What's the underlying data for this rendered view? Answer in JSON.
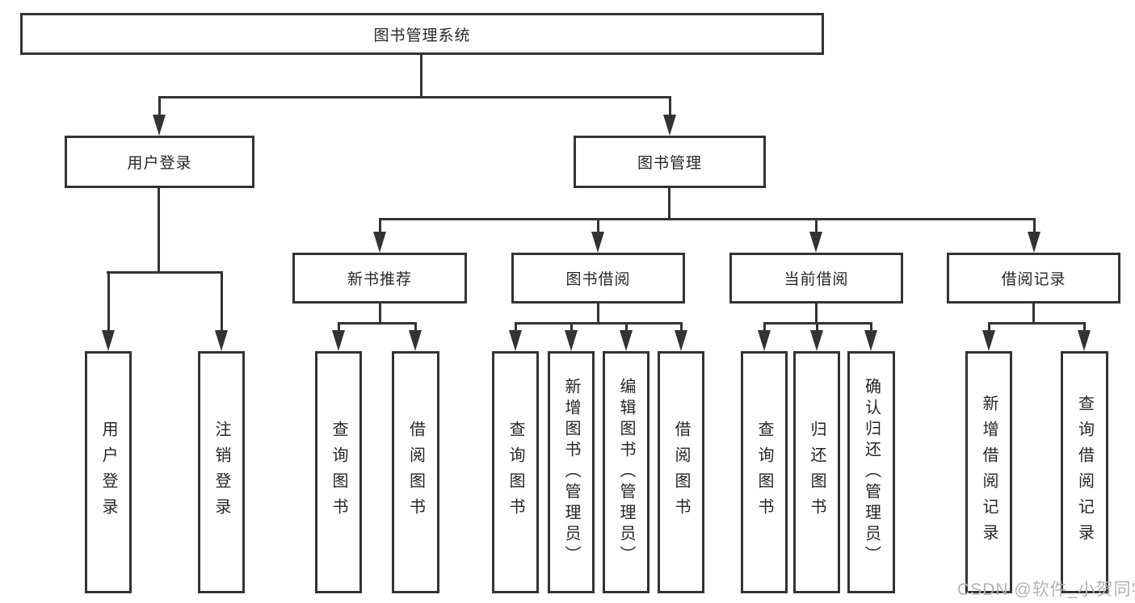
{
  "diagram": {
    "title": "图书管理系统",
    "root": {
      "label": "图书管理系统"
    },
    "level2": {
      "user_login": {
        "label": "用户登录"
      },
      "book_management": {
        "label": "图书管理"
      }
    },
    "level3": {
      "new_book": {
        "label": "新书推荐"
      },
      "book_borrow": {
        "label": "图书借阅"
      },
      "current_borrow": {
        "label": "当前借阅"
      },
      "borrow_records": {
        "label": "借阅记录"
      }
    },
    "leaves": {
      "user_login_1": "用户登录",
      "user_login_2": "注销登录",
      "new_book_1": "查询图书",
      "new_book_2": "借阅图书",
      "book_borrow_1": "查询图书",
      "book_borrow_2": "新增图书（管理员）",
      "book_borrow_3": "编辑图书（管理员）",
      "book_borrow_4": "借阅图书",
      "current_borrow_1": "查询图书",
      "current_borrow_2": "归还图书",
      "current_borrow_3": "确认归还（管理员）",
      "borrow_records_1": "新增借阅记录",
      "borrow_records_2": "查询借阅记录"
    },
    "watermark": "CSDN @软件_小贺同学",
    "colors": {
      "line": "#333333",
      "text": "#262626",
      "watermark": "#b3b3b3",
      "background": "#ffffff"
    }
  }
}
